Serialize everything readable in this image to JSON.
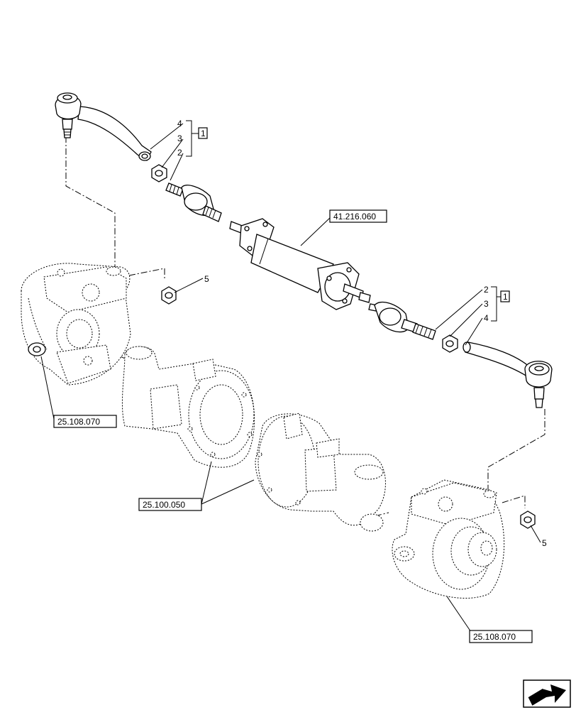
{
  "callouts": {
    "left_item_4": "4",
    "left_item_3": "3",
    "left_item_2": "2",
    "left_group": "1",
    "right_item_2": "2",
    "right_item_3": "3",
    "right_item_4": "4",
    "right_group": "1",
    "left_nut_item": "5",
    "right_nut_item": "5"
  },
  "references": {
    "cylinder": "41.216.060",
    "left_knuckle": "25.108.070",
    "axle_housing": "25.100.050",
    "right_knuckle": "25.108.070"
  },
  "icons": {
    "navigation": "next-page-arrow-icon"
  }
}
